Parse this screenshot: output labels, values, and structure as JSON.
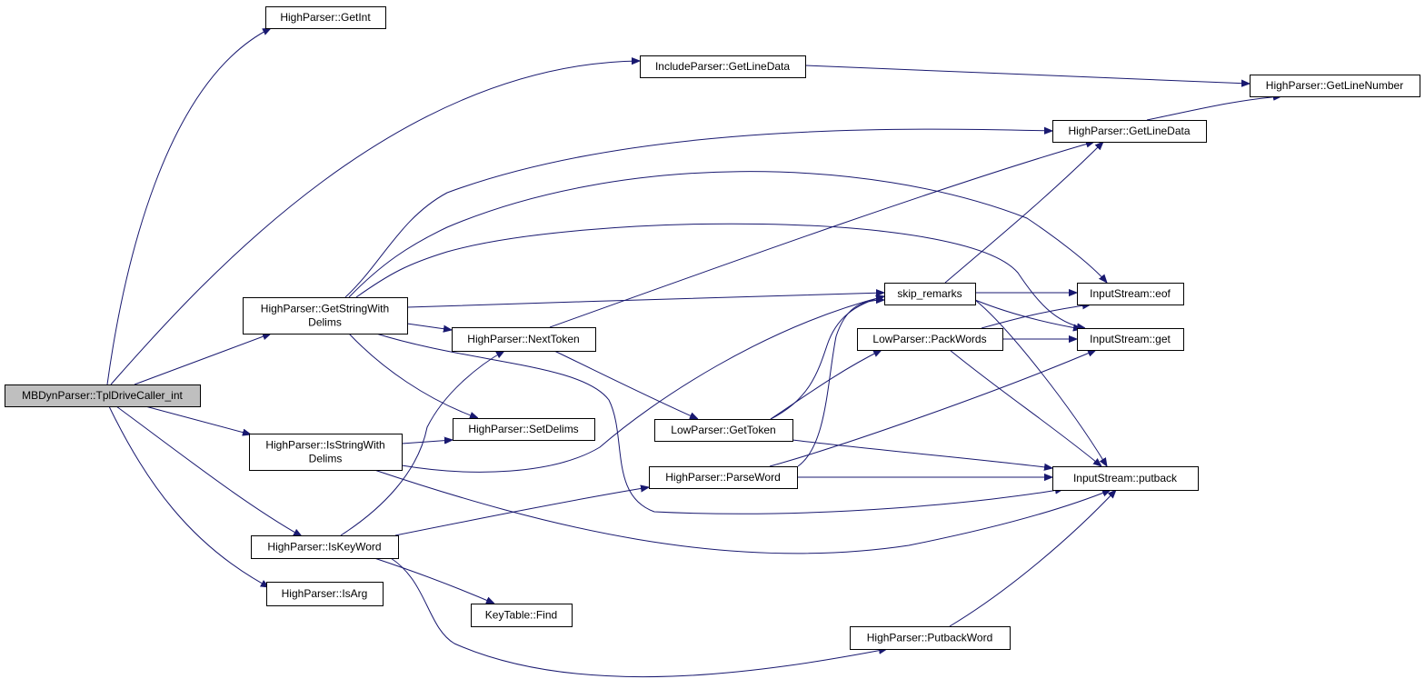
{
  "graph": {
    "type": "call-graph",
    "edge_color": "#191970",
    "root_fill": "#bfbfbf",
    "nodes": [
      {
        "id": "tpl",
        "lines": [
          "MBDynParser::TplDriveCaller_int"
        ],
        "root": true
      },
      {
        "id": "getint",
        "lines": [
          "HighParser::GetInt"
        ]
      },
      {
        "id": "incl",
        "lines": [
          "IncludeParser::GetLineData"
        ]
      },
      {
        "id": "gln",
        "lines": [
          "HighParser::GetLineNumber"
        ]
      },
      {
        "id": "gld",
        "lines": [
          "HighParser::GetLineData"
        ]
      },
      {
        "id": "gswd",
        "lines": [
          "HighParser::GetStringWith",
          "Delims"
        ]
      },
      {
        "id": "skip",
        "lines": [
          "skip_remarks"
        ]
      },
      {
        "id": "eof",
        "lines": [
          "InputStream::eof"
        ]
      },
      {
        "id": "next",
        "lines": [
          "HighParser::NextToken"
        ]
      },
      {
        "id": "pack",
        "lines": [
          "LowParser::PackWords"
        ]
      },
      {
        "id": "get",
        "lines": [
          "InputStream::get"
        ]
      },
      {
        "id": "isswd",
        "lines": [
          "HighParser::IsStringWith",
          "Delims"
        ]
      },
      {
        "id": "setd",
        "lines": [
          "HighParser::SetDelims"
        ]
      },
      {
        "id": "gettok",
        "lines": [
          "LowParser::GetToken"
        ]
      },
      {
        "id": "parse",
        "lines": [
          "HighParser::ParseWord"
        ]
      },
      {
        "id": "putback",
        "lines": [
          "InputStream::putback"
        ]
      },
      {
        "id": "iskw",
        "lines": [
          "HighParser::IsKeyWord"
        ]
      },
      {
        "id": "isarg",
        "lines": [
          "HighParser::IsArg"
        ]
      },
      {
        "id": "find",
        "lines": [
          "KeyTable::Find"
        ]
      },
      {
        "id": "pbw",
        "lines": [
          "HighParser::PutbackWord"
        ]
      }
    ],
    "edges": [
      [
        "tpl",
        "getint"
      ],
      [
        "tpl",
        "incl"
      ],
      [
        "tpl",
        "gswd"
      ],
      [
        "tpl",
        "isswd"
      ],
      [
        "tpl",
        "iskw"
      ],
      [
        "tpl",
        "isarg"
      ],
      [
        "incl",
        "gln"
      ],
      [
        "gld",
        "gln"
      ],
      [
        "gswd",
        "gld"
      ],
      [
        "gswd",
        "eof"
      ],
      [
        "gswd",
        "get"
      ],
      [
        "gswd",
        "skip"
      ],
      [
        "gswd",
        "next"
      ],
      [
        "gswd",
        "setd"
      ],
      [
        "gswd",
        "putback"
      ],
      [
        "next",
        "gld"
      ],
      [
        "next",
        "gettok"
      ],
      [
        "isswd",
        "setd"
      ],
      [
        "isswd",
        "skip"
      ],
      [
        "isswd",
        "putback"
      ],
      [
        "iskw",
        "next"
      ],
      [
        "iskw",
        "parse"
      ],
      [
        "iskw",
        "find"
      ],
      [
        "iskw",
        "pbw"
      ],
      [
        "skip",
        "gld"
      ],
      [
        "skip",
        "eof"
      ],
      [
        "skip",
        "get"
      ],
      [
        "skip",
        "putback"
      ],
      [
        "pack",
        "eof"
      ],
      [
        "pack",
        "get"
      ],
      [
        "pack",
        "putback"
      ],
      [
        "gettok",
        "skip"
      ],
      [
        "gettok",
        "pack"
      ],
      [
        "gettok",
        "putback"
      ],
      [
        "parse",
        "skip"
      ],
      [
        "parse",
        "get"
      ],
      [
        "parse",
        "putback"
      ],
      [
        "pbw",
        "putback"
      ]
    ]
  }
}
